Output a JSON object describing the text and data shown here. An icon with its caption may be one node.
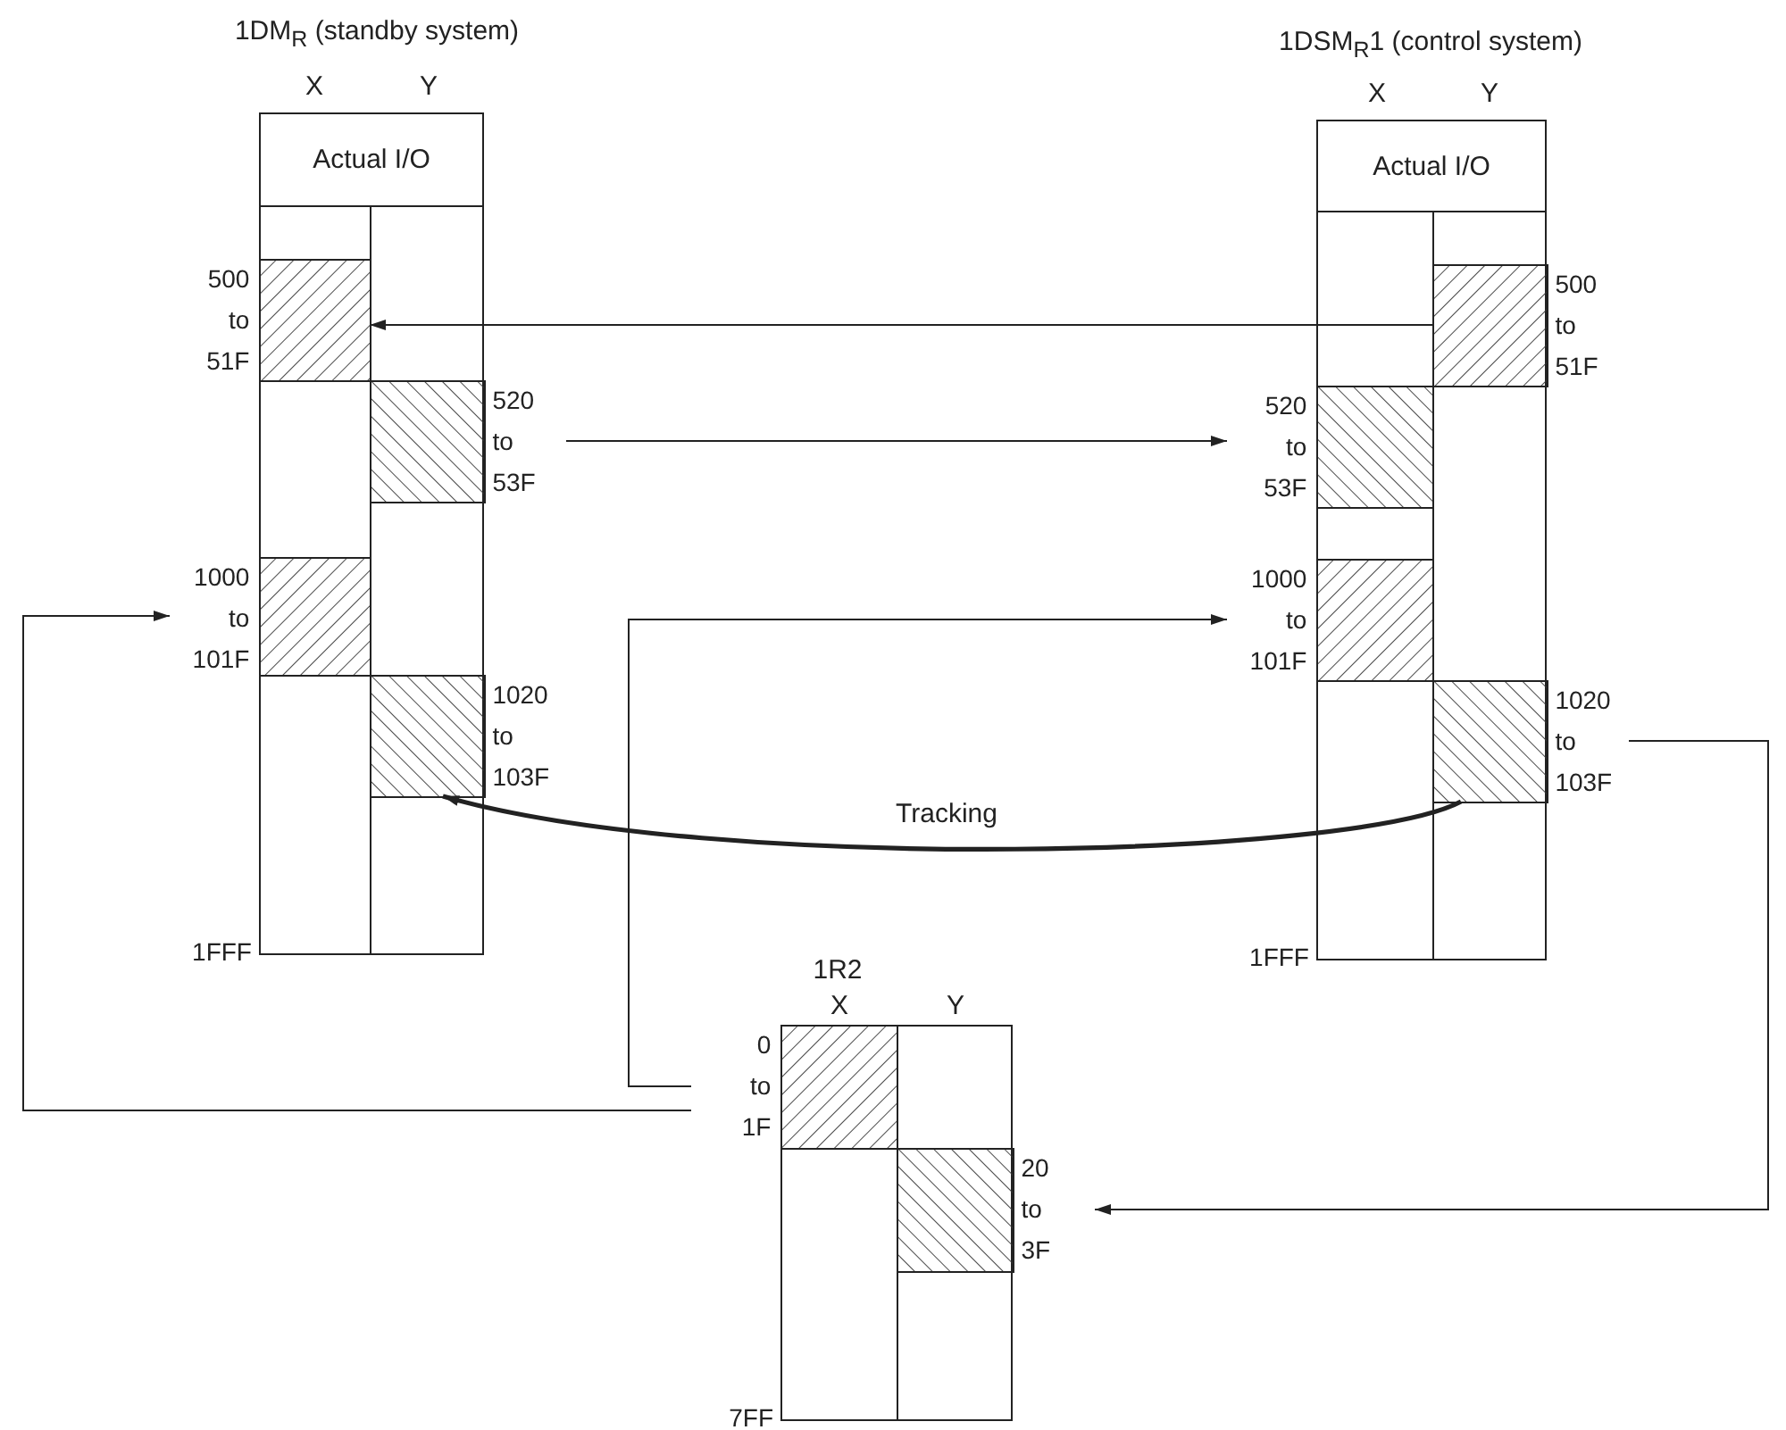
{
  "diagram": {
    "nodes": [
      {
        "text": [
          "1DM$_{R}$ (standby system)"
        ],
        "beside": [
          "1FFF"
        ]
      },
      {
        "text": [
          "Actual I/O"
        ],
        "in": 0
      },
      {
        "text": [],
        "shape": "box",
        "beside": [
          "500 to 51F"
        ],
        "in": 0
      },
      {
        "text": [],
        "shape": "box",
        "beside": [
          "520 to 53F"
        ],
        "in": 0
      },
      {
        "text": [],
        "shape": "box",
        "beside": [
          "1000 to 101F"
        ],
        "in": 0
      },
      {
        "text": [],
        "shape": "box",
        "beside": [
          "1020 to 103F"
        ],
        "in": 0
      },
      {
        "text": [
          "1DSM$_{R}$1 (control system)"
        ],
        "beside": [
          "1FFF"
        ]
      },
      {
        "text": [
          "Actual I/O"
        ],
        "in": 6
      },
      {
        "text": [],
        "shape": "box",
        "beside": [
          "500 to 51F"
        ],
        "in": 6
      },
      {
        "text": [],
        "shape": "box",
        "beside": [
          "520 to 53F"
        ],
        "in": 6
      },
      {
        "text": [],
        "shape": "box",
        "beside": [
          "1000 to 101F"
        ],
        "in": 6
      },
      {
        "text": [],
        "shape": "box",
        "beside": [
          "1020 to 103F"
        ],
        "in": 6
      },
      {
        "text": [
          "1R2"
        ],
        "beside": [
          "7FF"
        ]
      },
      {
        "text": [],
        "shape": "box",
        "beside": [
          "0 to 1F"
        ],
        "in": 12
      },
      {
        "text": [],
        "shape": "box",
        "beside": [
          "20 to 3F"
        ],
        "in": 12
      }
    ],
    "edges": [
      {
        "from": 8,
        "to": 2,
        "arrow": "to"
      },
      {
        "from": 3,
        "to": 9,
        "arrow": "to"
      },
      {
        "from": 13,
        "to": 10,
        "arrow": "to"
      },
      {
        "from": 13,
        "to": 4,
        "arrow": "to"
      },
      {
        "from": 11,
        "to": 14,
        "arrow": "to"
      },
      {
        "from": 11,
        "to": 5,
        "arrow": "to",
        "label": "Tracking",
        "style": "thick"
      }
    ],
    "labels": [
      "X",
      "Y",
      "X",
      "Y",
      "X",
      "Y"
    ]
  }
}
